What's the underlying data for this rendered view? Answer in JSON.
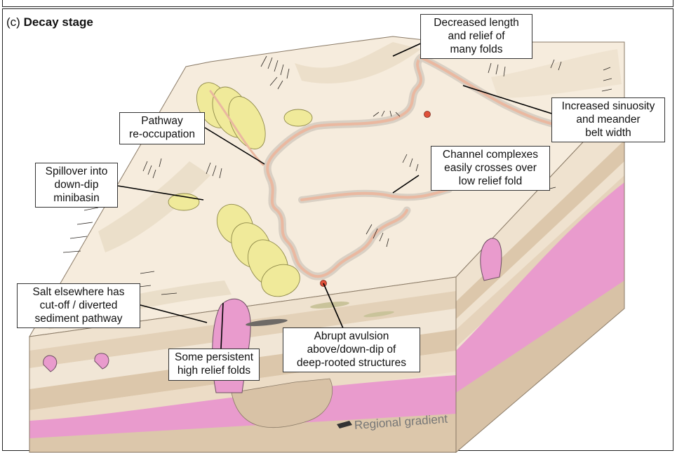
{
  "panel": {
    "letter": "(c)",
    "title": "Decay stage"
  },
  "callouts": {
    "decreased_length": "Decreased length\nand relief of\nmany folds",
    "increased_sinuosity": "Increased sinuosity\nand meander\nbelt width",
    "pathway_reoccupation": "Pathway\nre-occupation",
    "channel_complexes": "Channel complexes\neasily crosses over\nlow relief fold",
    "spillover": "Spillover into\ndown-dip\nminibasin",
    "salt_elsewhere": "Salt elsewhere has\ncut-off / diverted\nsediment pathway",
    "abrupt_avulsion": "Abrupt avulsion\nabove/down-dip of\ndeep-rooted structures",
    "persistent_folds": "Some persistent\nhigh relief folds"
  },
  "gradient": {
    "label": "Regional gradient"
  },
  "colors": {
    "surface": "#f6ecdd",
    "salt": "#e99bcd",
    "lobe": "#f0ea9a",
    "channel": "#eab8a0",
    "avulsion_point": "#e0513a",
    "strata_light": "#efe2cf",
    "strata_dark": "#d8c2a6"
  }
}
